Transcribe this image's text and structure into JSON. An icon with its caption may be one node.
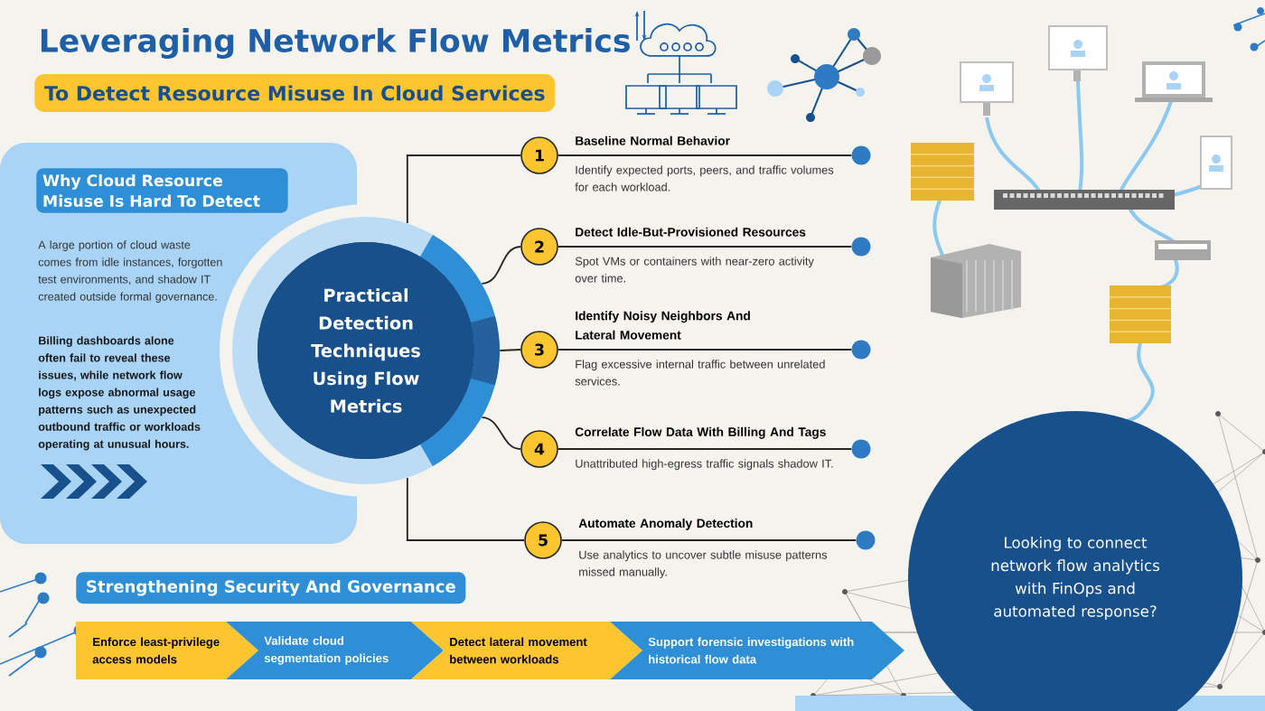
{
  "diagram": {
    "title": "Leveraging Network Flow Metrics",
    "nodes": [
      {
        "text": [
          "To Detect Resource Misuse In Cloud Services"
        ]
      },
      {
        "text": [
          "A large portion of cloud waste comes from idle instances, forgotten test environments, and shadow IT created outside formal governance.",
          "Billing dashboards alone often fail to reveal these issues, while network flow logs expose abnormal usage patterns such as unexpected outbound traffic or workloads operating at unusual hours."
        ]
      },
      {
        "text": [
          "Why Cloud Resource Misuse Is Hard To Detect"
        ],
        "in": 1
      },
      {
        "text": [
          "Practical Detection Techniques Using Flow Metrics"
        ]
      },
      {
        "text": [
          "1"
        ],
        "beside": [
          "Baseline Normal Behavior",
          "Identify expected ports, peers, and traffic volumes for each workload."
        ]
      },
      {
        "text": [
          "2"
        ],
        "beside": [
          "Detect Idle-But-Provisioned Resources",
          "Spot VMs or containers with near-zero activity over time."
        ]
      },
      {
        "text": [
          "3"
        ],
        "beside": [
          "Identify Noisy Neighbors And Lateral Movement",
          "Flag excessive internal traffic between unrelated services."
        ]
      },
      {
        "text": [
          "4"
        ],
        "beside": [
          "Correlate Flow Data With Billing And Tags",
          "Unattributed high-egress traffic signals shadow IT."
        ]
      },
      {
        "text": [
          "5"
        ],
        "beside": [
          "Automate Anomaly Detection",
          "Use analytics to uncover subtle misuse patterns missed manually."
        ]
      },
      {
        "text": [],
        "shape": "circle"
      },
      {
        "text": [],
        "shape": "circle"
      },
      {
        "text": [],
        "shape": "circle"
      },
      {
        "text": [],
        "shape": "circle"
      },
      {
        "text": [],
        "shape": "circle"
      },
      {
        "text": [
          "Strengthening Security And Governance"
        ]
      },
      {
        "text": [
          "Enforce least-privilege access models"
        ]
      },
      {
        "text": [
          "Validate cloud segmentation policies"
        ]
      },
      {
        "text": [
          "Detect lateral movement between workloads"
        ]
      },
      {
        "text": [
          "Support forensic investigations with historical flow data"
        ]
      },
      {
        "text": [
          "Looking to connect network flow analytics with FinOps and automated response?"
        ]
      }
    ],
    "edges": [
      {
        "from": 3,
        "to": 4,
        "arrow": "none"
      },
      {
        "from": 3,
        "to": 5,
        "arrow": "none"
      },
      {
        "from": 3,
        "to": 6,
        "arrow": "none"
      },
      {
        "from": 3,
        "to": 7,
        "arrow": "none"
      },
      {
        "from": 3,
        "to": 8,
        "arrow": "none"
      },
      {
        "from": 4,
        "to": 9,
        "arrow": "none"
      },
      {
        "from": 5,
        "to": 10,
        "arrow": "none"
      },
      {
        "from": 6,
        "to": 11,
        "arrow": "none"
      },
      {
        "from": 7,
        "to": 12,
        "arrow": "none"
      },
      {
        "from": 8,
        "to": 13,
        "arrow": "none"
      }
    ]
  }
}
